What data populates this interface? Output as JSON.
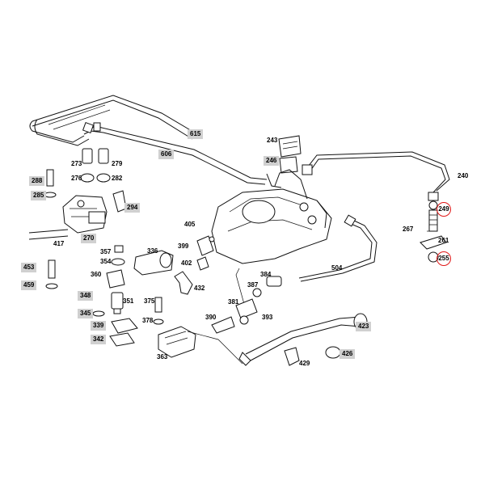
{
  "diagram": {
    "labels": [
      {
        "id": "615",
        "shaded": true
      },
      {
        "id": "606",
        "shaded": true
      },
      {
        "id": "243",
        "shaded": false
      },
      {
        "id": "246",
        "shaded": true
      },
      {
        "id": "240",
        "shaded": false
      },
      {
        "id": "273",
        "shaded": false
      },
      {
        "id": "279",
        "shaded": false
      },
      {
        "id": "276",
        "shaded": false
      },
      {
        "id": "282",
        "shaded": false
      },
      {
        "id": "288",
        "shaded": true
      },
      {
        "id": "285",
        "shaded": true
      },
      {
        "id": "294",
        "shaded": true
      },
      {
        "id": "417",
        "shaded": false
      },
      {
        "id": "270",
        "shaded": true
      },
      {
        "id": "405",
        "shaded": false
      },
      {
        "id": "399",
        "shaded": false
      },
      {
        "id": "402",
        "shaded": false
      },
      {
        "id": "432",
        "shaded": false
      },
      {
        "id": "357",
        "shaded": false
      },
      {
        "id": "354",
        "shaded": false
      },
      {
        "id": "336",
        "shaded": false
      },
      {
        "id": "360",
        "shaded": false
      },
      {
        "id": "453",
        "shaded": true
      },
      {
        "id": "459",
        "shaded": true
      },
      {
        "id": "348",
        "shaded": true
      },
      {
        "id": "351",
        "shaded": false
      },
      {
        "id": "375",
        "shaded": false
      },
      {
        "id": "378",
        "shaded": false
      },
      {
        "id": "345",
        "shaded": true
      },
      {
        "id": "339",
        "shaded": true
      },
      {
        "id": "342",
        "shaded": true
      },
      {
        "id": "363",
        "shaded": false
      },
      {
        "id": "504",
        "shaded": false
      },
      {
        "id": "384",
        "shaded": false
      },
      {
        "id": "387",
        "shaded": false
      },
      {
        "id": "381",
        "shaded": false
      },
      {
        "id": "390",
        "shaded": false
      },
      {
        "id": "393",
        "shaded": false
      },
      {
        "id": "423",
        "shaded": true
      },
      {
        "id": "426",
        "shaded": true
      },
      {
        "id": "429",
        "shaded": false
      },
      {
        "id": "249",
        "shaded": false,
        "circled": true
      },
      {
        "id": "267",
        "shaded": false
      },
      {
        "id": "261",
        "shaded": false
      },
      {
        "id": "255",
        "shaded": false,
        "circled": true
      }
    ],
    "colors": {
      "line": "#111111",
      "label_shade": "#d0d0d0",
      "highlight_circle": "#e01818"
    }
  }
}
